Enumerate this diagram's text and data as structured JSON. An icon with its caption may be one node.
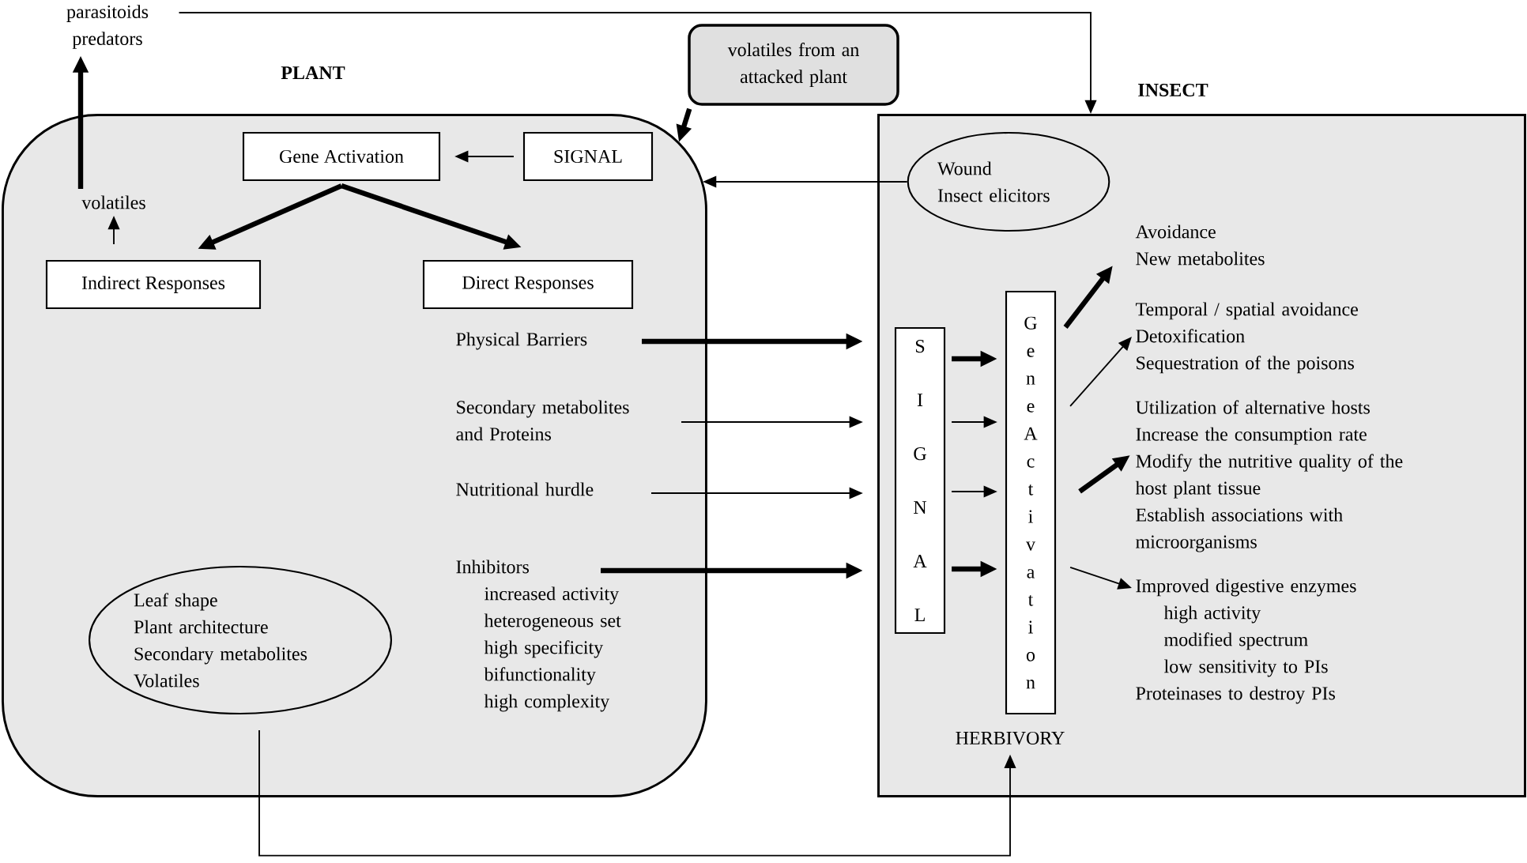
{
  "diagram": {
    "nodes": [
      {
        "text": [
          "PLANT"
        ]
      },
      {
        "text": [
          "INSECT"
        ]
      },
      {
        "text": [
          "parasitoids predators"
        ]
      },
      {
        "text": [
          "volatiles"
        ],
        "in": 0
      },
      {
        "text": [
          "Gene Activation"
        ],
        "in": 0
      },
      {
        "text": [
          "SIGNAL"
        ],
        "in": 0
      },
      {
        "text": [
          "Indirect Responses"
        ],
        "in": 0
      },
      {
        "text": [
          "Direct Responses"
        ],
        "in": 0
      },
      {
        "text": [
          "Physical Barriers"
        ],
        "in": 0
      },
      {
        "text": [
          "Secondary metabolites and Proteins"
        ],
        "in": 0
      },
      {
        "text": [
          "Nutritional hurdle"
        ],
        "in": 0
      },
      {
        "text": [
          "Inhibitors",
          "increased activity",
          "heterogeneous set",
          "high specificity",
          "bifunctionality",
          "high complexity"
        ],
        "in": 0
      },
      {
        "text": [
          "Leaf shape",
          "Plant architecture",
          "Secondary metabolites",
          "Volatiles"
        ],
        "in": 0
      },
      {
        "text": [
          "volatiles from an attacked plant"
        ]
      },
      {
        "text": [
          "Wound",
          "Insect elicitors"
        ],
        "in": 1
      },
      {
        "text": [
          "S I G N A L"
        ],
        "in": 1
      },
      {
        "text": [
          "G e n e A c t i v a t i o n"
        ],
        "in": 1
      },
      {
        "text": [
          "Avoidance",
          "New metabolites"
        ],
        "in": 1
      },
      {
        "text": [
          "Temporal / spatial avoidance",
          "Detoxification",
          "Sequestration of the poisons"
        ],
        "in": 1
      },
      {
        "text": [
          "Utilization of alternative hosts",
          "Increase the consumption rate",
          "Modify the nutritive quality of the host plant tissue",
          "Establish associations with microorganisms"
        ],
        "in": 1
      },
      {
        "text": [
          "Improved digestive enzymes",
          "high activity",
          "modified spectrum",
          "low sensitivity to PIs",
          "Proteinases to destroy PIs"
        ],
        "in": 1
      },
      {
        "text": [
          "HERBIVORY"
        ],
        "in": 1
      }
    ],
    "edges": [
      {
        "from": 3,
        "to": 2,
        "arrow": "to",
        "style": "thick"
      },
      {
        "from": 2,
        "to": 1,
        "arrow": "to"
      },
      {
        "from": 6,
        "to": 3,
        "arrow": "to"
      },
      {
        "from": 5,
        "to": 4,
        "arrow": "to"
      },
      {
        "from": 4,
        "to": 6,
        "arrow": "to",
        "style": "thick"
      },
      {
        "from": 4,
        "to": 7,
        "arrow": "to",
        "style": "thick"
      },
      {
        "from": 13,
        "to": 0,
        "arrow": "to",
        "style": "thick"
      },
      {
        "from": 14,
        "to": 0,
        "arrow": "to"
      },
      {
        "from": 8,
        "to": 15,
        "arrow": "to",
        "style": "thick"
      },
      {
        "from": 9,
        "to": 15,
        "arrow": "to"
      },
      {
        "from": 10,
        "to": 15,
        "arrow": "to"
      },
      {
        "from": 11,
        "to": 15,
        "arrow": "to",
        "style": "thick"
      },
      {
        "from": 15,
        "to": 16,
        "arrow": "to",
        "style": "thick"
      },
      {
        "from": 15,
        "to": 16,
        "arrow": "to"
      },
      {
        "from": 15,
        "to": 16,
        "arrow": "to"
      },
      {
        "from": 15,
        "to": 16,
        "arrow": "to",
        "style": "thick"
      },
      {
        "from": 16,
        "to": 17,
        "arrow": "to",
        "style": "thick"
      },
      {
        "from": 16,
        "to": 18,
        "arrow": "to"
      },
      {
        "from": 16,
        "to": 19,
        "arrow": "to",
        "style": "thick"
      },
      {
        "from": 16,
        "to": 20,
        "arrow": "to"
      },
      {
        "from": 12,
        "to": 21,
        "arrow": "to"
      }
    ]
  }
}
